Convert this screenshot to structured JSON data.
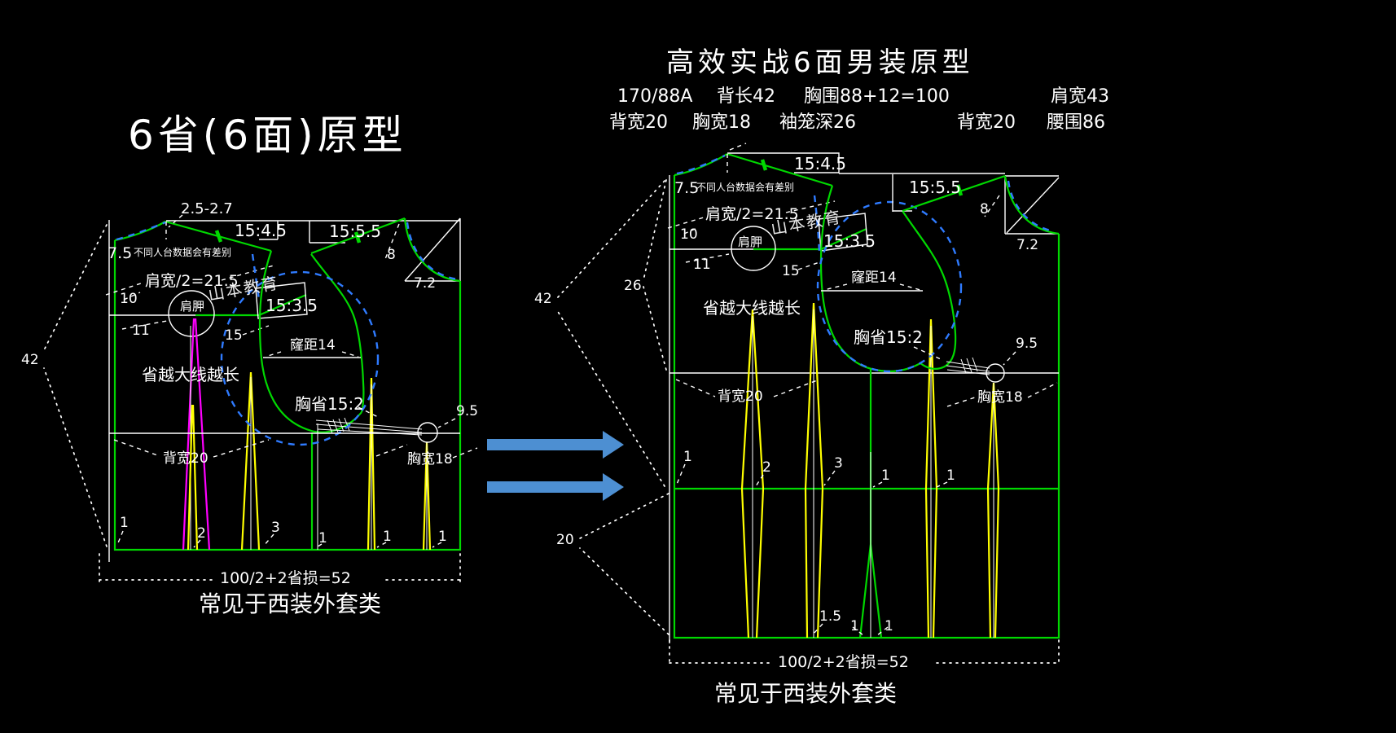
{
  "colors": {
    "background": "#000000",
    "pattern_green": "#00d800",
    "dart_yellow": "#ffff00",
    "dart_magenta": "#ff00ff",
    "guide_blue": "#2f7bff",
    "arrow_blue": "#4d8fd2",
    "line_white": "#ffffff"
  },
  "left": {
    "title": "6省(6面)原型",
    "labels": {
      "neck_rise": "2.5-2.7",
      "ratio_back": "15:4.5",
      "seven_five": "7.5",
      "note": "不同人台数据会有差别",
      "shoulder_width": "肩宽/2=21.5",
      "ten": "10",
      "eleven": "11",
      "scapula": "肩胛",
      "watermark": "山本教育",
      "ratio_scapula": "15:3.5",
      "fifteen": "15",
      "armhole_span": "窿距14",
      "dart_note": "省越大线越长",
      "chest_dart": "胸省15:2",
      "ratio_front": "15:5.5",
      "eight": "8",
      "seven_two": "7.2",
      "nine_five": "9.5",
      "back_width": "背宽20",
      "chest_width": "胸宽18",
      "back_length": "42",
      "w1": "1",
      "w2": "2",
      "w3": "3",
      "w4": "1",
      "w5": "1",
      "w6": "1",
      "dim": "100/2+2省损=52",
      "caption": "常见于西装外套类"
    }
  },
  "right": {
    "title": "高效实战6面男装原型",
    "specs": {
      "size": "170/88A",
      "back_length": "背长42",
      "bust": "胸围88+12=100",
      "shoulder": "肩宽43",
      "back_width": "背宽20",
      "chest_width": "胸宽18",
      "scye_depth": "袖笼深26",
      "back_width2": "背宽20",
      "waist": "腰围86"
    },
    "labels": {
      "ratio_back": "15:4.5",
      "seven_five": "7.5",
      "note": "不同人台数据会有差别",
      "shoulder_width": "肩宽/2=21.5",
      "ten": "10",
      "eleven": "11",
      "scapula": "肩胛",
      "watermark": "山本教育",
      "ratio_scapula": "15:3.5",
      "fifteen": "15",
      "armhole_span": "窿距14",
      "dart_note": "省越大线越长",
      "chest_dart": "胸省15:2",
      "ratio_front": "15:5.5",
      "eight": "8",
      "seven_two": "7.2",
      "nine_five": "9.5",
      "back_width": "背宽20",
      "chest_width": "胸宽18",
      "scye_depth": "26",
      "back_length": "42",
      "below_chest": "20",
      "w1": "1",
      "w2": "2",
      "w3": "3",
      "w4": "1",
      "w5": "1",
      "hem_gap": "1.5",
      "hem_1a": "1",
      "hem_1b": "1",
      "dim": "100/2+2省损=52",
      "caption": "常见于西装外套类"
    }
  }
}
